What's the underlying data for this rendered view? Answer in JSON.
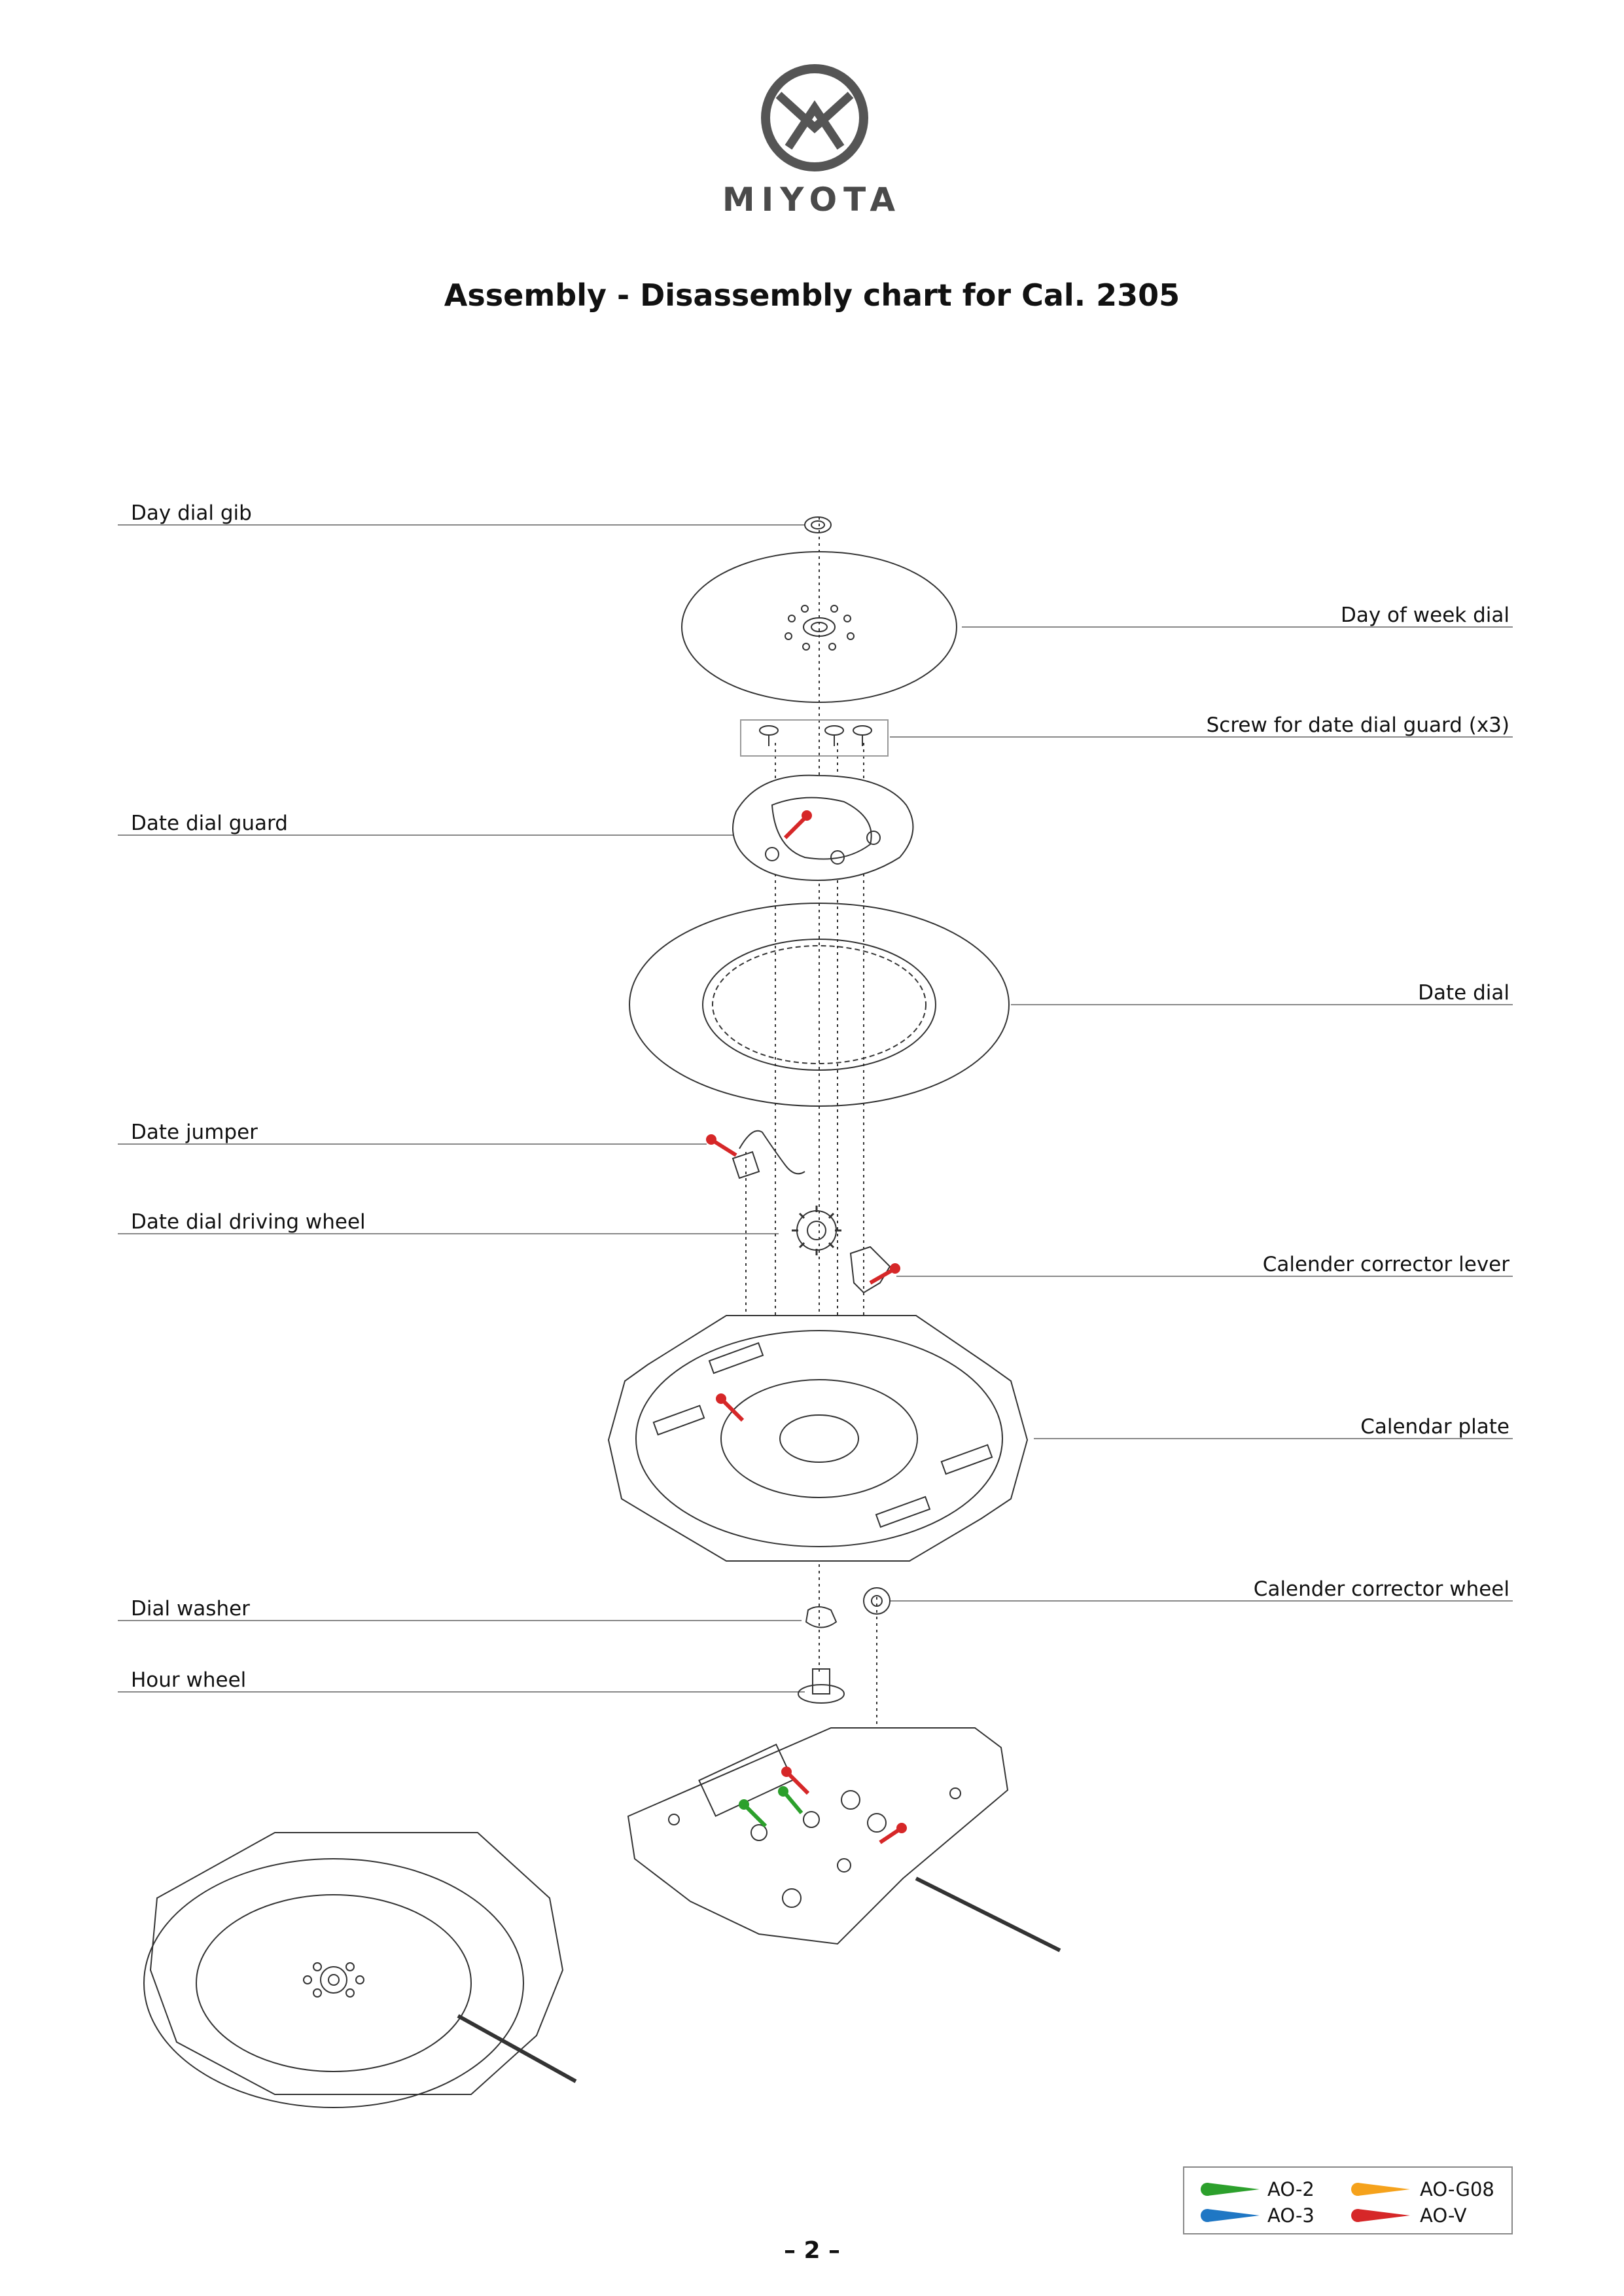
{
  "brand": "MIYOTA",
  "title": "Assembly - Disassembly chart for Cal. 2305",
  "labels": {
    "day_dial_gib": "Day dial gib",
    "day_of_week_dial": "Day of week dial",
    "screw_for_date_dial_guard": "Screw for date dial guard (x3)",
    "date_dial_guard": "Date dial guard",
    "date_dial": "Date dial",
    "date_jumper": "Date jumper",
    "date_dial_driving_wheel": "Date dial driving wheel",
    "calender_corrector_lever": "Calender corrector lever",
    "calendar_plate": "Calendar plate",
    "calender_corrector_wheel": "Calender corrector wheel",
    "dial_washer": "Dial washer",
    "hour_wheel": "Hour wheel"
  },
  "legend": {
    "items": [
      {
        "label": "AO-2",
        "color": "#2ca02c"
      },
      {
        "label": "AO-G08",
        "color": "#f5a21c"
      },
      {
        "label": "AO-3",
        "color": "#1f77c4"
      },
      {
        "label": "AO-V",
        "color": "#d62728"
      }
    ]
  },
  "page_number": "– 2 –"
}
